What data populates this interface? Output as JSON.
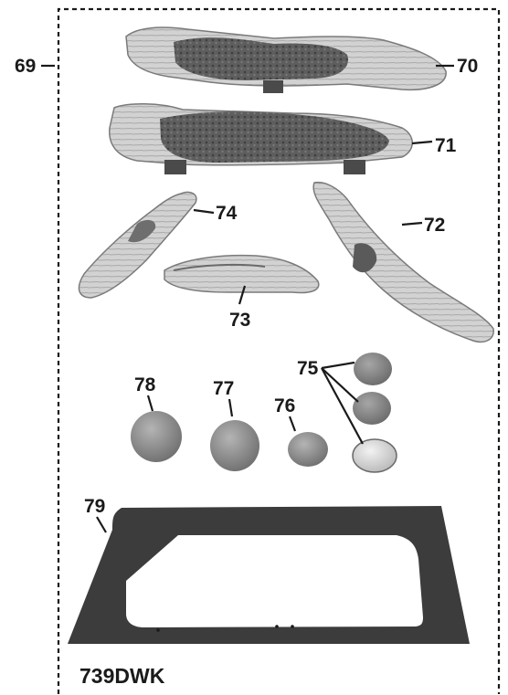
{
  "diagram": {
    "model_label": "739DWK",
    "callouts": {
      "p69": "69",
      "p70": "70",
      "p71": "71",
      "p72": "72",
      "p73": "73",
      "p74": "74",
      "p75": "75",
      "p76": "76",
      "p77": "77",
      "p78": "78",
      "p79": "79"
    },
    "colors": {
      "outline": "#1a1a1a",
      "log_light": "#cfcfcf",
      "log_char": "#5a5a5a",
      "stone": "#8c8c8c",
      "grate": "#3c3c3c"
    }
  }
}
